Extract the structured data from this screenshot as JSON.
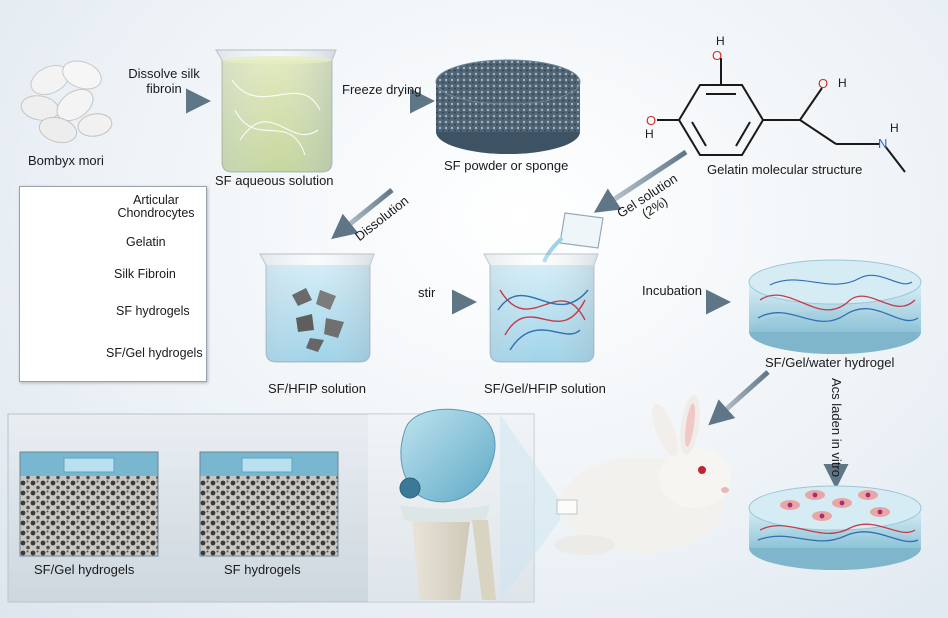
{
  "labels": {
    "bombyx": "Bombyx mori",
    "dissolve_line1": "Dissolve silk",
    "dissolve_line2": "fibroin",
    "sf_aqueous": "SF aqueous solution",
    "freeze_drying": "Freeze drying",
    "sf_powder": "SF powder or sponge",
    "gelatin_structure": "Gelatin molecular structure",
    "dissolution": "Dissolution",
    "gel_solution_line1": "Gel solution",
    "gel_solution_line2": "(2%)",
    "stir": "stir",
    "incubation": "Incubation",
    "sf_hfip": "SF/HFIP solution",
    "sf_gel_hfip": "SF/Gel/HFIP solution",
    "sf_gel_water": "SF/Gel/water hydrogel",
    "acs_laden": "Acs laden in vitro",
    "sf_gel_hydrogels_bottom": "SF/Gel hydrogels",
    "sf_hydrogels_bottom": "SF hydrogels"
  },
  "molecule": {
    "atom_o": "O",
    "atom_h": "H",
    "atom_n": "N"
  },
  "legend": {
    "items": [
      {
        "label_line1": "Articular",
        "label_line2": "Chondrocytes"
      },
      {
        "label_line1": "Gelatin"
      },
      {
        "label_line1": "Silk Fibroin"
      },
      {
        "label_line1": "SF hydrogels"
      },
      {
        "label_line1": "SF/Gel hydrogels"
      }
    ]
  },
  "colors": {
    "arrow": "#5f7687",
    "gelatin": "#c43c4a",
    "silk_fibroin": "#2f6fb2",
    "oxygen": "#d0312d",
    "nitrogen": "#2f5fd0",
    "hydrogel": "#8ec9dd"
  }
}
